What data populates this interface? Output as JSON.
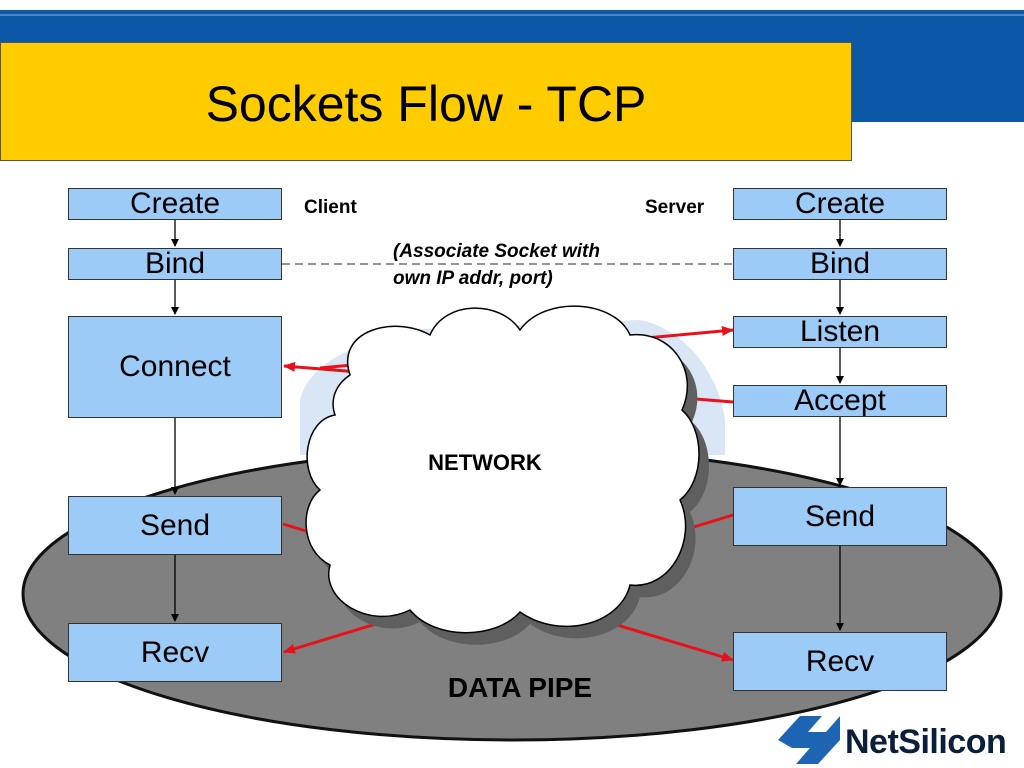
{
  "slide": {
    "title": "Sockets Flow - TCP"
  },
  "client": {
    "label": "Client",
    "boxes": [
      "Create",
      "Bind",
      "Connect",
      "Send",
      "Recv"
    ]
  },
  "server": {
    "label": "Server",
    "boxes": [
      "Create",
      "Bind",
      "Listen",
      "Accept",
      "Send",
      "Recv"
    ]
  },
  "note": "(Associate Socket with own IP addr, port)",
  "network_label": "NETWORK",
  "pipe_label": "DATA PIPE",
  "logo": {
    "text": "NetSilicon"
  },
  "colors": {
    "band": "#0c58a6",
    "title_bg": "#ffcc00",
    "box_fill": "#9ccbf8",
    "pipe_fill": "#808080",
    "arrow_red": "#e8101a"
  }
}
